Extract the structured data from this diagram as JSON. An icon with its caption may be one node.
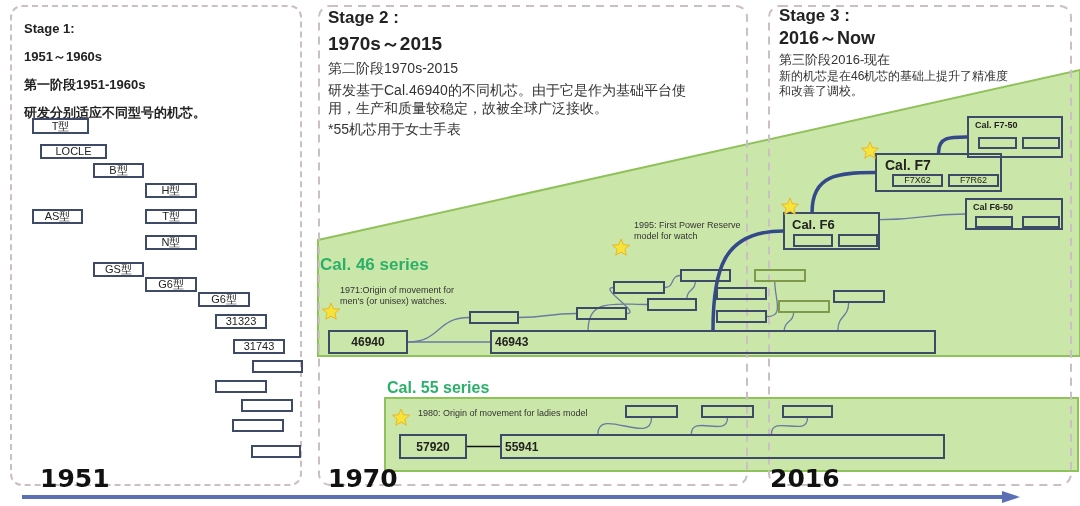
{
  "diagram": {
    "nodes": [
      {
        "text": [
          "Stage 1:",
          "1951～1960s",
          "第一阶段1951-1960s",
          "研发分别适应不同型号的机芯。"
        ]
      },
      {
        "text": [
          "T型"
        ],
        "in": 0
      },
      {
        "text": [
          "LOCLE"
        ],
        "in": 0
      },
      {
        "text": [
          "B型"
        ],
        "in": 0
      },
      {
        "text": [
          "H型"
        ],
        "in": 0
      },
      {
        "text": [
          "AS型"
        ],
        "in": 0
      },
      {
        "text": [
          "T型"
        ],
        "in": 0
      },
      {
        "text": [
          "N型"
        ],
        "in": 0
      },
      {
        "text": [
          "GS型"
        ],
        "in": 0
      },
      {
        "text": [
          "G6型"
        ],
        "in": 0
      },
      {
        "text": [
          "G6型"
        ],
        "in": 0
      },
      {
        "text": [
          "31323"
        ],
        "in": 0
      },
      {
        "text": [
          "31743"
        ],
        "in": 0
      },
      {
        "text": [],
        "shape": "box",
        "in": 0
      },
      {
        "text": [],
        "shape": "box",
        "in": 0
      },
      {
        "text": [],
        "shape": "box",
        "in": 0
      },
      {
        "text": [],
        "shape": "box",
        "in": 0
      },
      {
        "text": [],
        "shape": "box",
        "in": 0
      },
      {
        "text": [
          "Cal. 46 series"
        ]
      },
      {
        "text": [
          "46940"
        ],
        "in": 18
      },
      {
        "text": [
          "46943"
        ],
        "in": 18
      },
      {
        "text": [],
        "shape": "box",
        "in": 18
      },
      {
        "text": [],
        "shape": "box",
        "in": 18
      },
      {
        "text": [],
        "shape": "box",
        "in": 18
      },
      {
        "text": [],
        "shape": "box",
        "in": 18
      },
      {
        "text": [],
        "shape": "box",
        "in": 18
      },
      {
        "text": [],
        "shape": "box",
        "in": 18
      },
      {
        "text": [],
        "shape": "box",
        "in": 18
      },
      {
        "text": [],
        "shape": "box",
        "in": 18
      },
      {
        "text": [],
        "shape": "box",
        "in": 18
      },
      {
        "text": [],
        "shape": "box",
        "in": 18
      },
      {
        "text": [
          "Cal. F6"
        ],
        "in": 18
      },
      {
        "text": [],
        "shape": "box",
        "in": 31
      },
      {
        "text": [],
        "shape": "box",
        "in": 31
      },
      {
        "text": [
          "Cal. F7"
        ],
        "in": 18
      },
      {
        "text": [
          "F7X62"
        ],
        "in": 34
      },
      {
        "text": [
          "F7R62"
        ],
        "in": 34
      },
      {
        "text": [
          "Cal. F7-50"
        ],
        "in": 18
      },
      {
        "text": [],
        "shape": "box",
        "in": 37
      },
      {
        "text": [],
        "shape": "box",
        "in": 37
      },
      {
        "text": [
          "Cal F6-50"
        ],
        "in": 18
      },
      {
        "text": [],
        "shape": "box",
        "in": 40
      },
      {
        "text": [],
        "shape": "box",
        "in": 40
      },
      {
        "text": [
          "Cal. 55 series"
        ]
      },
      {
        "text": [
          "57920"
        ],
        "in": 43
      },
      {
        "text": [
          "55941"
        ],
        "in": 43
      },
      {
        "text": [],
        "shape": "box",
        "in": 43
      },
      {
        "text": [],
        "shape": "box",
        "in": 43
      },
      {
        "text": [],
        "shape": "box",
        "in": 43
      }
    ],
    "edges": [
      {
        "from": 19,
        "to": 20,
        "arrow": "none"
      },
      {
        "from": 19,
        "to": 21,
        "arrow": "none"
      },
      {
        "from": 21,
        "to": 22,
        "arrow": "none"
      },
      {
        "from": 22,
        "to": 23,
        "arrow": "none"
      },
      {
        "from": 20,
        "to": 24,
        "arrow": "none"
      },
      {
        "from": 23,
        "to": 25,
        "arrow": "none"
      },
      {
        "from": 24,
        "to": 25,
        "arrow": "none"
      },
      {
        "from": 20,
        "to": 31,
        "arrow": "none",
        "style": "thick",
        "color": "#34498a"
      },
      {
        "from": 31,
        "to": 34,
        "arrow": "none",
        "style": "thick",
        "color": "#34498a"
      },
      {
        "from": 34,
        "to": 37,
        "arrow": "none",
        "style": "thick",
        "color": "#34498a"
      },
      {
        "from": 31,
        "to": 40,
        "arrow": "none"
      },
      {
        "from": 28,
        "to": 27,
        "arrow": "none"
      },
      {
        "from": 20,
        "to": 29,
        "arrow": "none"
      },
      {
        "from": 20,
        "to": 30,
        "arrow": "none"
      },
      {
        "from": 44,
        "to": 45,
        "arrow": "none",
        "color": "#111111"
      },
      {
        "from": 45,
        "to": 46,
        "arrow": "none"
      },
      {
        "from": 45,
        "to": 47,
        "arrow": "none"
      },
      {
        "from": 45,
        "to": 48,
        "arrow": "none"
      }
    ],
    "labels": [
      "Stage 2 :",
      "1970s～2015",
      "第二阶段1970s-2015",
      "研发基于Cal.46940的不同机芯。由于它是作为基础平台使用，生产和质量较稳定，故被全球广泛接收。",
      "*55机芯用于女士手表",
      "Stage 3 :",
      "2016～Now",
      "第三阶段2016-现在",
      "新的机芯是在46机芯的基础上提升了精准度和改善了调校。",
      "1971:Origin of movement for men's (or unisex) watches.",
      "1995: First Power Reserve model for watch",
      "1980: Origin of movement for ladies model",
      "1951",
      "1970",
      "2016"
    ]
  }
}
